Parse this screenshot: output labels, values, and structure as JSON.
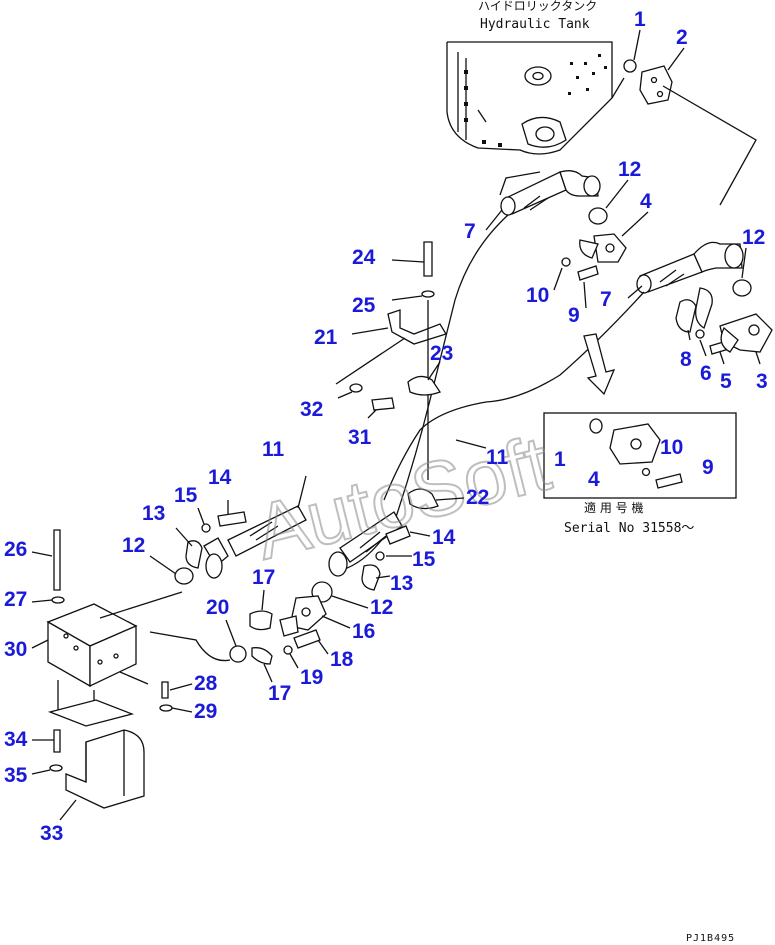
{
  "header": {
    "tank_label_jp": "ハイドロリックタンク",
    "tank_label_en": "Hydraulic Tank"
  },
  "inset": {
    "serial_jp": "適 用 号 機",
    "serial_en": "Serial No 31558～"
  },
  "watermark": "AutoSoft",
  "figure_code": "PJ1B495",
  "callouts": {
    "c1a": "1",
    "c2": "2",
    "c12a": "12",
    "c4a": "4",
    "c7a": "7",
    "c12b": "12",
    "c10a": "10",
    "c9a": "9",
    "c7b": "7",
    "c8": "8",
    "c6": "6",
    "c5": "5",
    "c3": "3",
    "c24": "24",
    "c25": "25",
    "c21": "21",
    "c23": "23",
    "c32": "32",
    "c31": "31",
    "c11a": "11",
    "c11b": "11",
    "c14a": "14",
    "c15a": "15",
    "c13a": "13",
    "c12c": "12",
    "c22": "22",
    "c14b": "14",
    "c15b": "15",
    "c13b": "13",
    "c1b": "1",
    "c4b": "4",
    "c10b": "10",
    "c9b": "9",
    "c26": "26",
    "c27": "27",
    "c30": "30",
    "c20": "20",
    "c17a": "17",
    "c12d": "12",
    "c16": "16",
    "c18": "18",
    "c19": "19",
    "c17b": "17",
    "c28": "28",
    "c29": "29",
    "c34": "34",
    "c35": "35",
    "c33": "33"
  }
}
